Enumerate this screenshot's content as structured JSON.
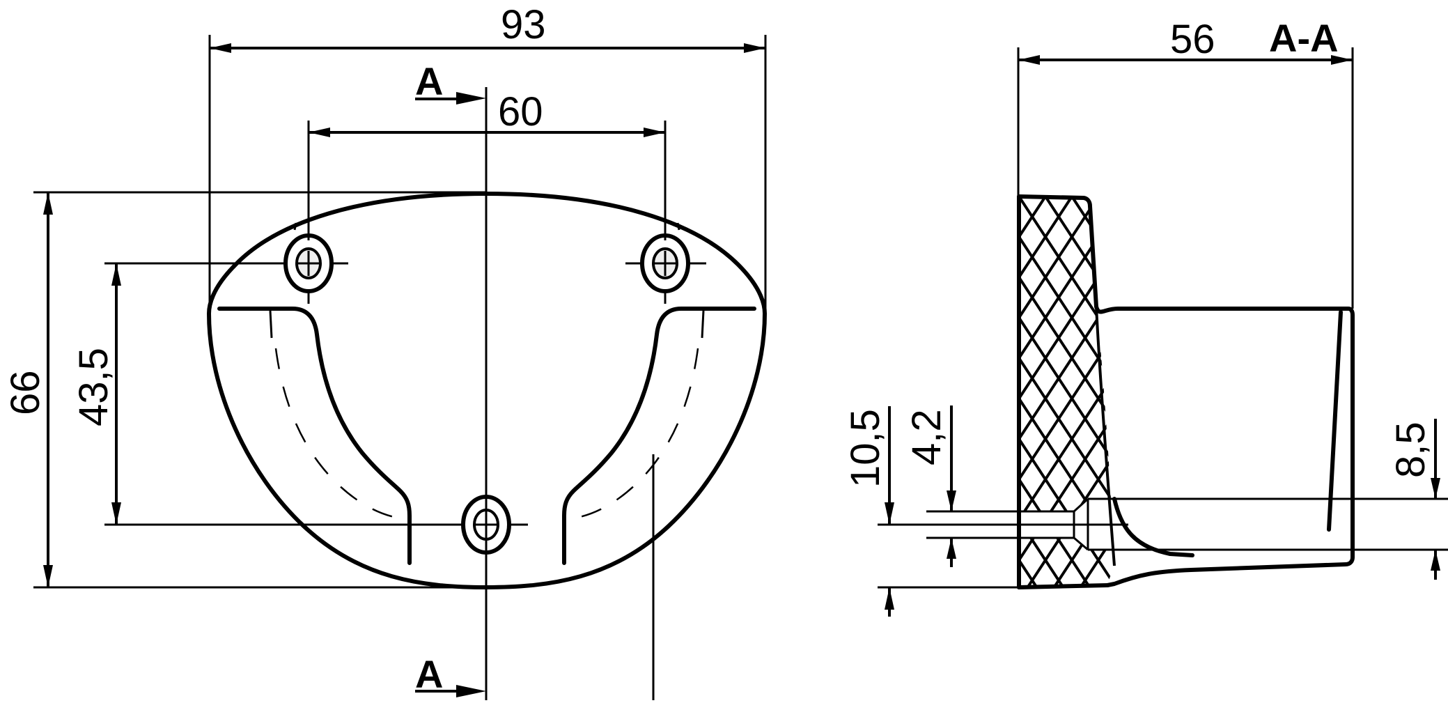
{
  "drawing": {
    "views": {
      "front_view": {
        "dimensions": {
          "overall_width": "93",
          "hole_spacing": "60",
          "overall_height": "66",
          "hole_vertical_spacing": "43,5"
        },
        "section_marker_top": "A",
        "section_marker_bottom": "A",
        "mounting_holes": 3
      },
      "section_view": {
        "title": "A-A",
        "dimensions": {
          "depth": "56",
          "hole_offset": "10,5",
          "hole_diameter": "4,2",
          "counterbore": "8,5"
        }
      }
    },
    "colors": {
      "line": "#000000",
      "background": "#ffffff",
      "hole_fill": "#eeeeee"
    }
  }
}
